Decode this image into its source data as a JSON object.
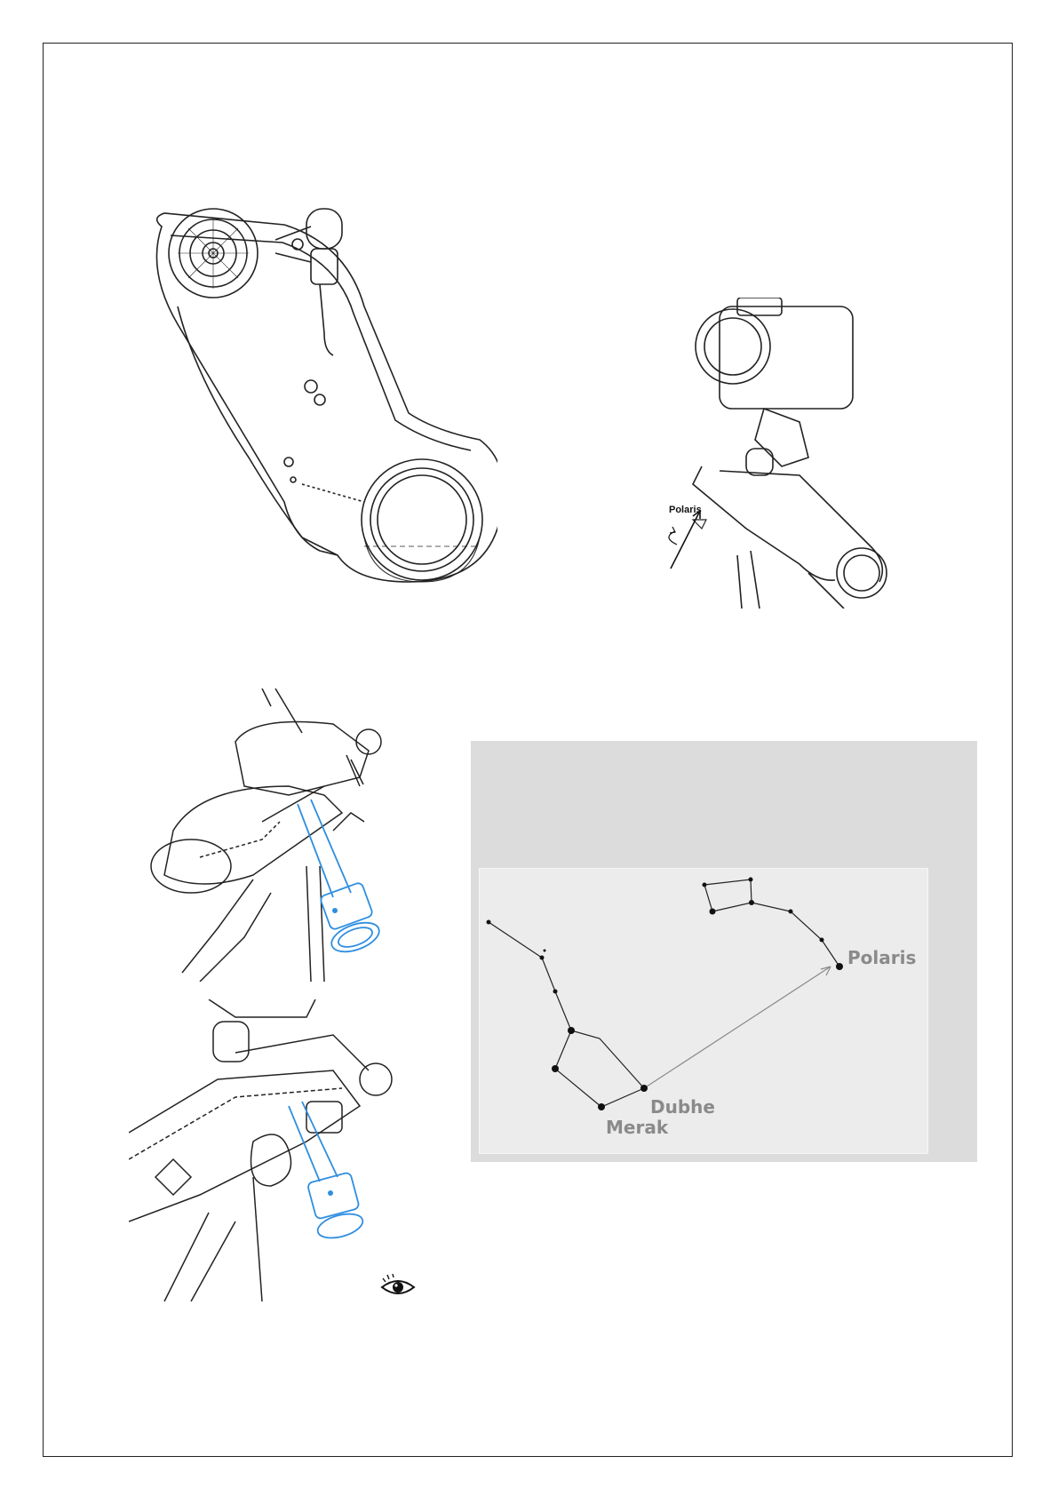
{
  "figures": {
    "polar_alignment_photo": {
      "star_label": "Polaris"
    },
    "star_map": {
      "labels": {
        "polaris": "Polaris",
        "dubhe": "Dubhe",
        "merak": "Merak"
      }
    }
  },
  "colors": {
    "line": "#222222",
    "polar_scope_accent": "#2f8ee0",
    "panel_bg": "#dcdcdc",
    "panel_inner_bg": "#ececec",
    "star_label": "#8a8a8a"
  }
}
